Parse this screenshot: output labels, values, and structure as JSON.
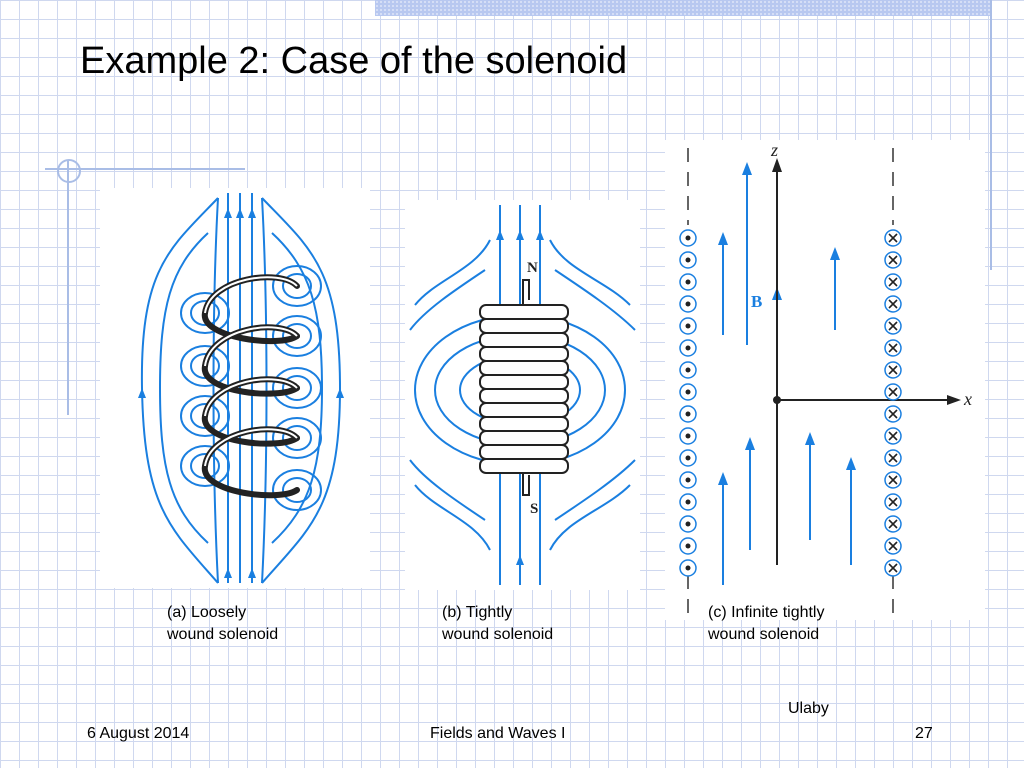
{
  "slide": {
    "title": "Example 2: Case of the solenoid",
    "credit": "Ulaby"
  },
  "figures": {
    "a": {
      "caption_line1": "(a) Loosely",
      "caption_line2": "wound solenoid"
    },
    "b": {
      "caption_line1": "(b) Tightly",
      "caption_line2": "wound solenoid",
      "pole_north": "N",
      "pole_south": "S"
    },
    "c": {
      "caption_line1": "(c) Infinite tightly",
      "caption_line2": "wound solenoid",
      "axis_z": "z",
      "axis_x": "x",
      "field_label": "B"
    }
  },
  "footer": {
    "date": "6 August 2014",
    "course": "Fields and Waves I",
    "page_number": "27"
  },
  "colors": {
    "field_line": "#1a7fe0",
    "winding": "#333333",
    "grid": "#cfd8ef",
    "accent": "#a9bde6"
  }
}
